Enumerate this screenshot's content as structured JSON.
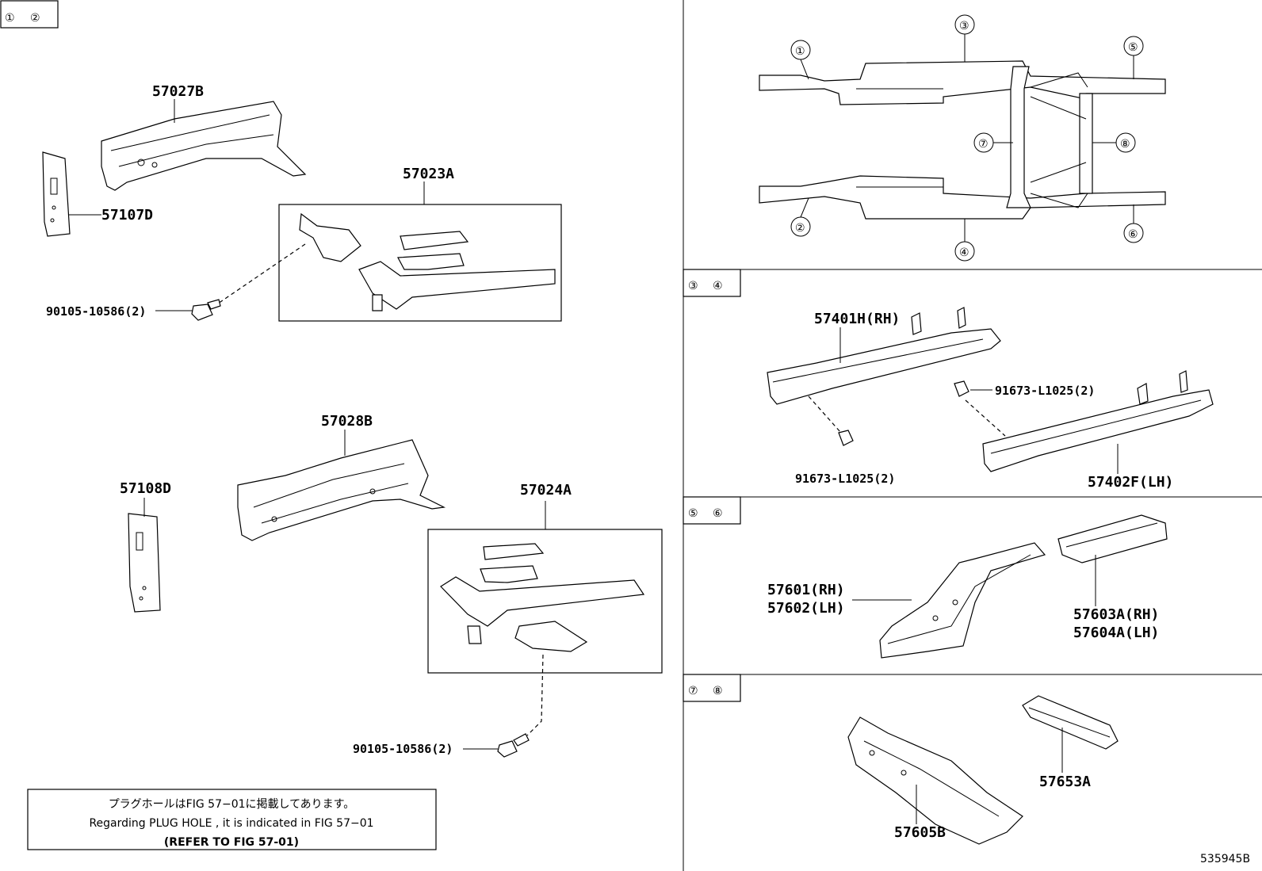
{
  "sections": {
    "s12": {
      "tag": [
        "①",
        "②"
      ]
    },
    "s34": {
      "tag": [
        "③",
        "④"
      ]
    },
    "s56": {
      "tag": [
        "⑤",
        "⑥"
      ]
    },
    "s78": {
      "tag": [
        "⑦",
        "⑧"
      ]
    }
  },
  "overview": {
    "callouts": [
      "①",
      "②",
      "③",
      "④",
      "⑤",
      "⑥",
      "⑦",
      "⑧"
    ]
  },
  "parts": {
    "p57027B": "57027B",
    "p57107D": "57107D",
    "p57023A": "57023A",
    "bolt_upper": "90105-10586(2)",
    "p57028B": "57028B",
    "p57108D": "57108D",
    "p57024A": "57024A",
    "bolt_lower": "90105-10586(2)",
    "p57401H": "57401H(RH)",
    "bolt_91673_a": "91673-L1025(2)",
    "bolt_91673_b": "91673-L1025(2)",
    "p57402F": "57402F(LH)",
    "p57601": "57601(RH)",
    "p57602": "57602(LH)",
    "p57603A": "57603A(RH)",
    "p57604A": "57604A(LH)",
    "p57605B": "57605B",
    "p57653A": "57653A"
  },
  "note": {
    "line1": "プラグホールはFIG 57−01に掲載してあります。",
    "line2": "Regarding PLUG HOLE , it is indicated in FIG 57−01",
    "line3": "(REFER TO FIG 57-01)"
  },
  "figure_id": "535945B"
}
